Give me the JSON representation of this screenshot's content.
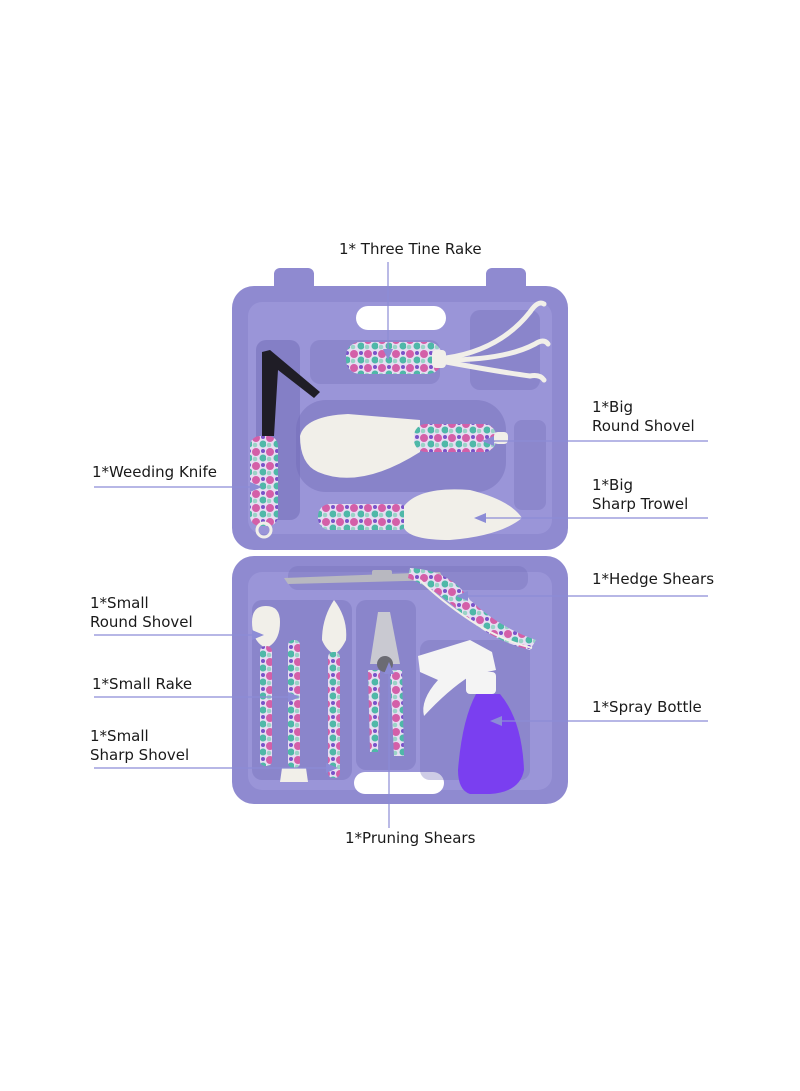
{
  "labels": {
    "three_tine_rake": "1* Three Tine Rake",
    "big_round_shovel": [
      "1*Big",
      "Round Shovel"
    ],
    "weeding_knife": "1*Weeding Knife",
    "big_sharp_trowel": [
      "1*Big",
      "Sharp Trowel"
    ],
    "hedge_shears": "1*Hedge Shears",
    "small_round_shovel": [
      "1*Small",
      "Round Shovel"
    ],
    "small_rake": "1*Small Rake",
    "spray_bottle": "1*Spray Bottle",
    "small_sharp_shovel": [
      "1*Small",
      "Sharp Shovel"
    ],
    "pruning_shears": "1*Pruning Shears"
  },
  "colors": {
    "case_purple": "#8f8ad0",
    "case_shadow": "#736db8",
    "case_light": "#a9a4e0",
    "leader_line": "#8c8cd6",
    "tool_white": "#f1efe9",
    "bottle_purple": "#7a3ff0",
    "floral_pink": "#d45fa8",
    "floral_teal": "#4fb8a8"
  }
}
